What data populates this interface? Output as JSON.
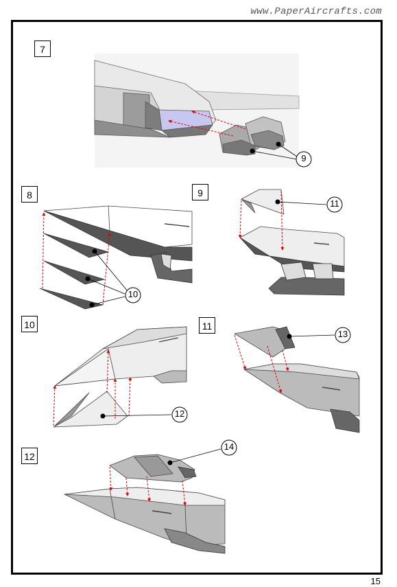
{
  "header": {
    "url": "www.PaperAircrafts.com"
  },
  "footer": {
    "page_number": "15"
  },
  "steps": [
    {
      "label": "7",
      "callouts": [
        "9"
      ]
    },
    {
      "label": "8",
      "callouts": [
        "10"
      ]
    },
    {
      "label": "9",
      "callouts": [
        "11"
      ]
    },
    {
      "label": "10",
      "callouts": [
        "12"
      ]
    },
    {
      "label": "11",
      "callouts": [
        "13"
      ]
    },
    {
      "label": "12",
      "callouts": [
        "14"
      ]
    }
  ]
}
